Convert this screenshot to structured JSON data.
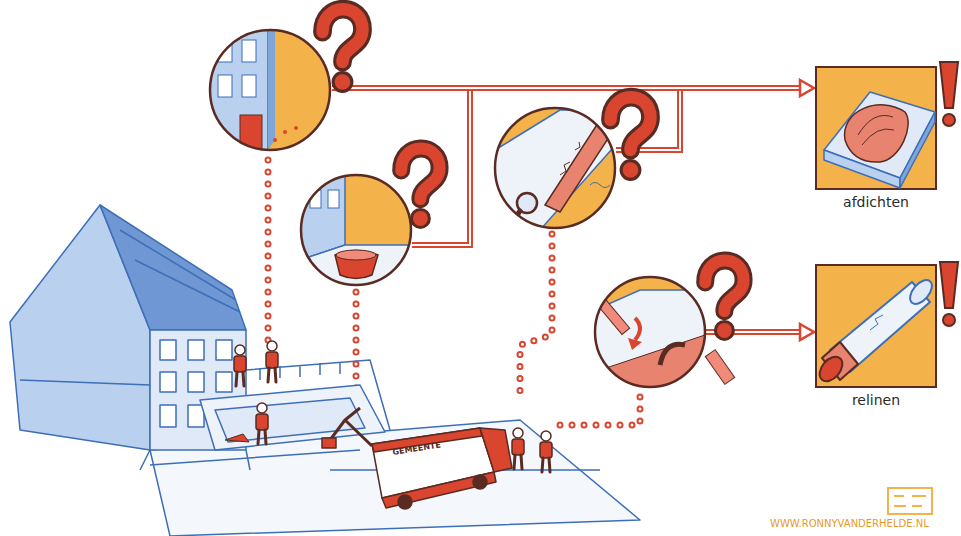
{
  "diagram": {
    "nodes": [
      {
        "text": [
          "afdichten"
        ]
      },
      {
        "text": [
          "relinen"
        ]
      }
    ],
    "labels": [
      "GEMEENTE",
      "WWW.RONNYVANDERHELDE.NL"
    ]
  }
}
